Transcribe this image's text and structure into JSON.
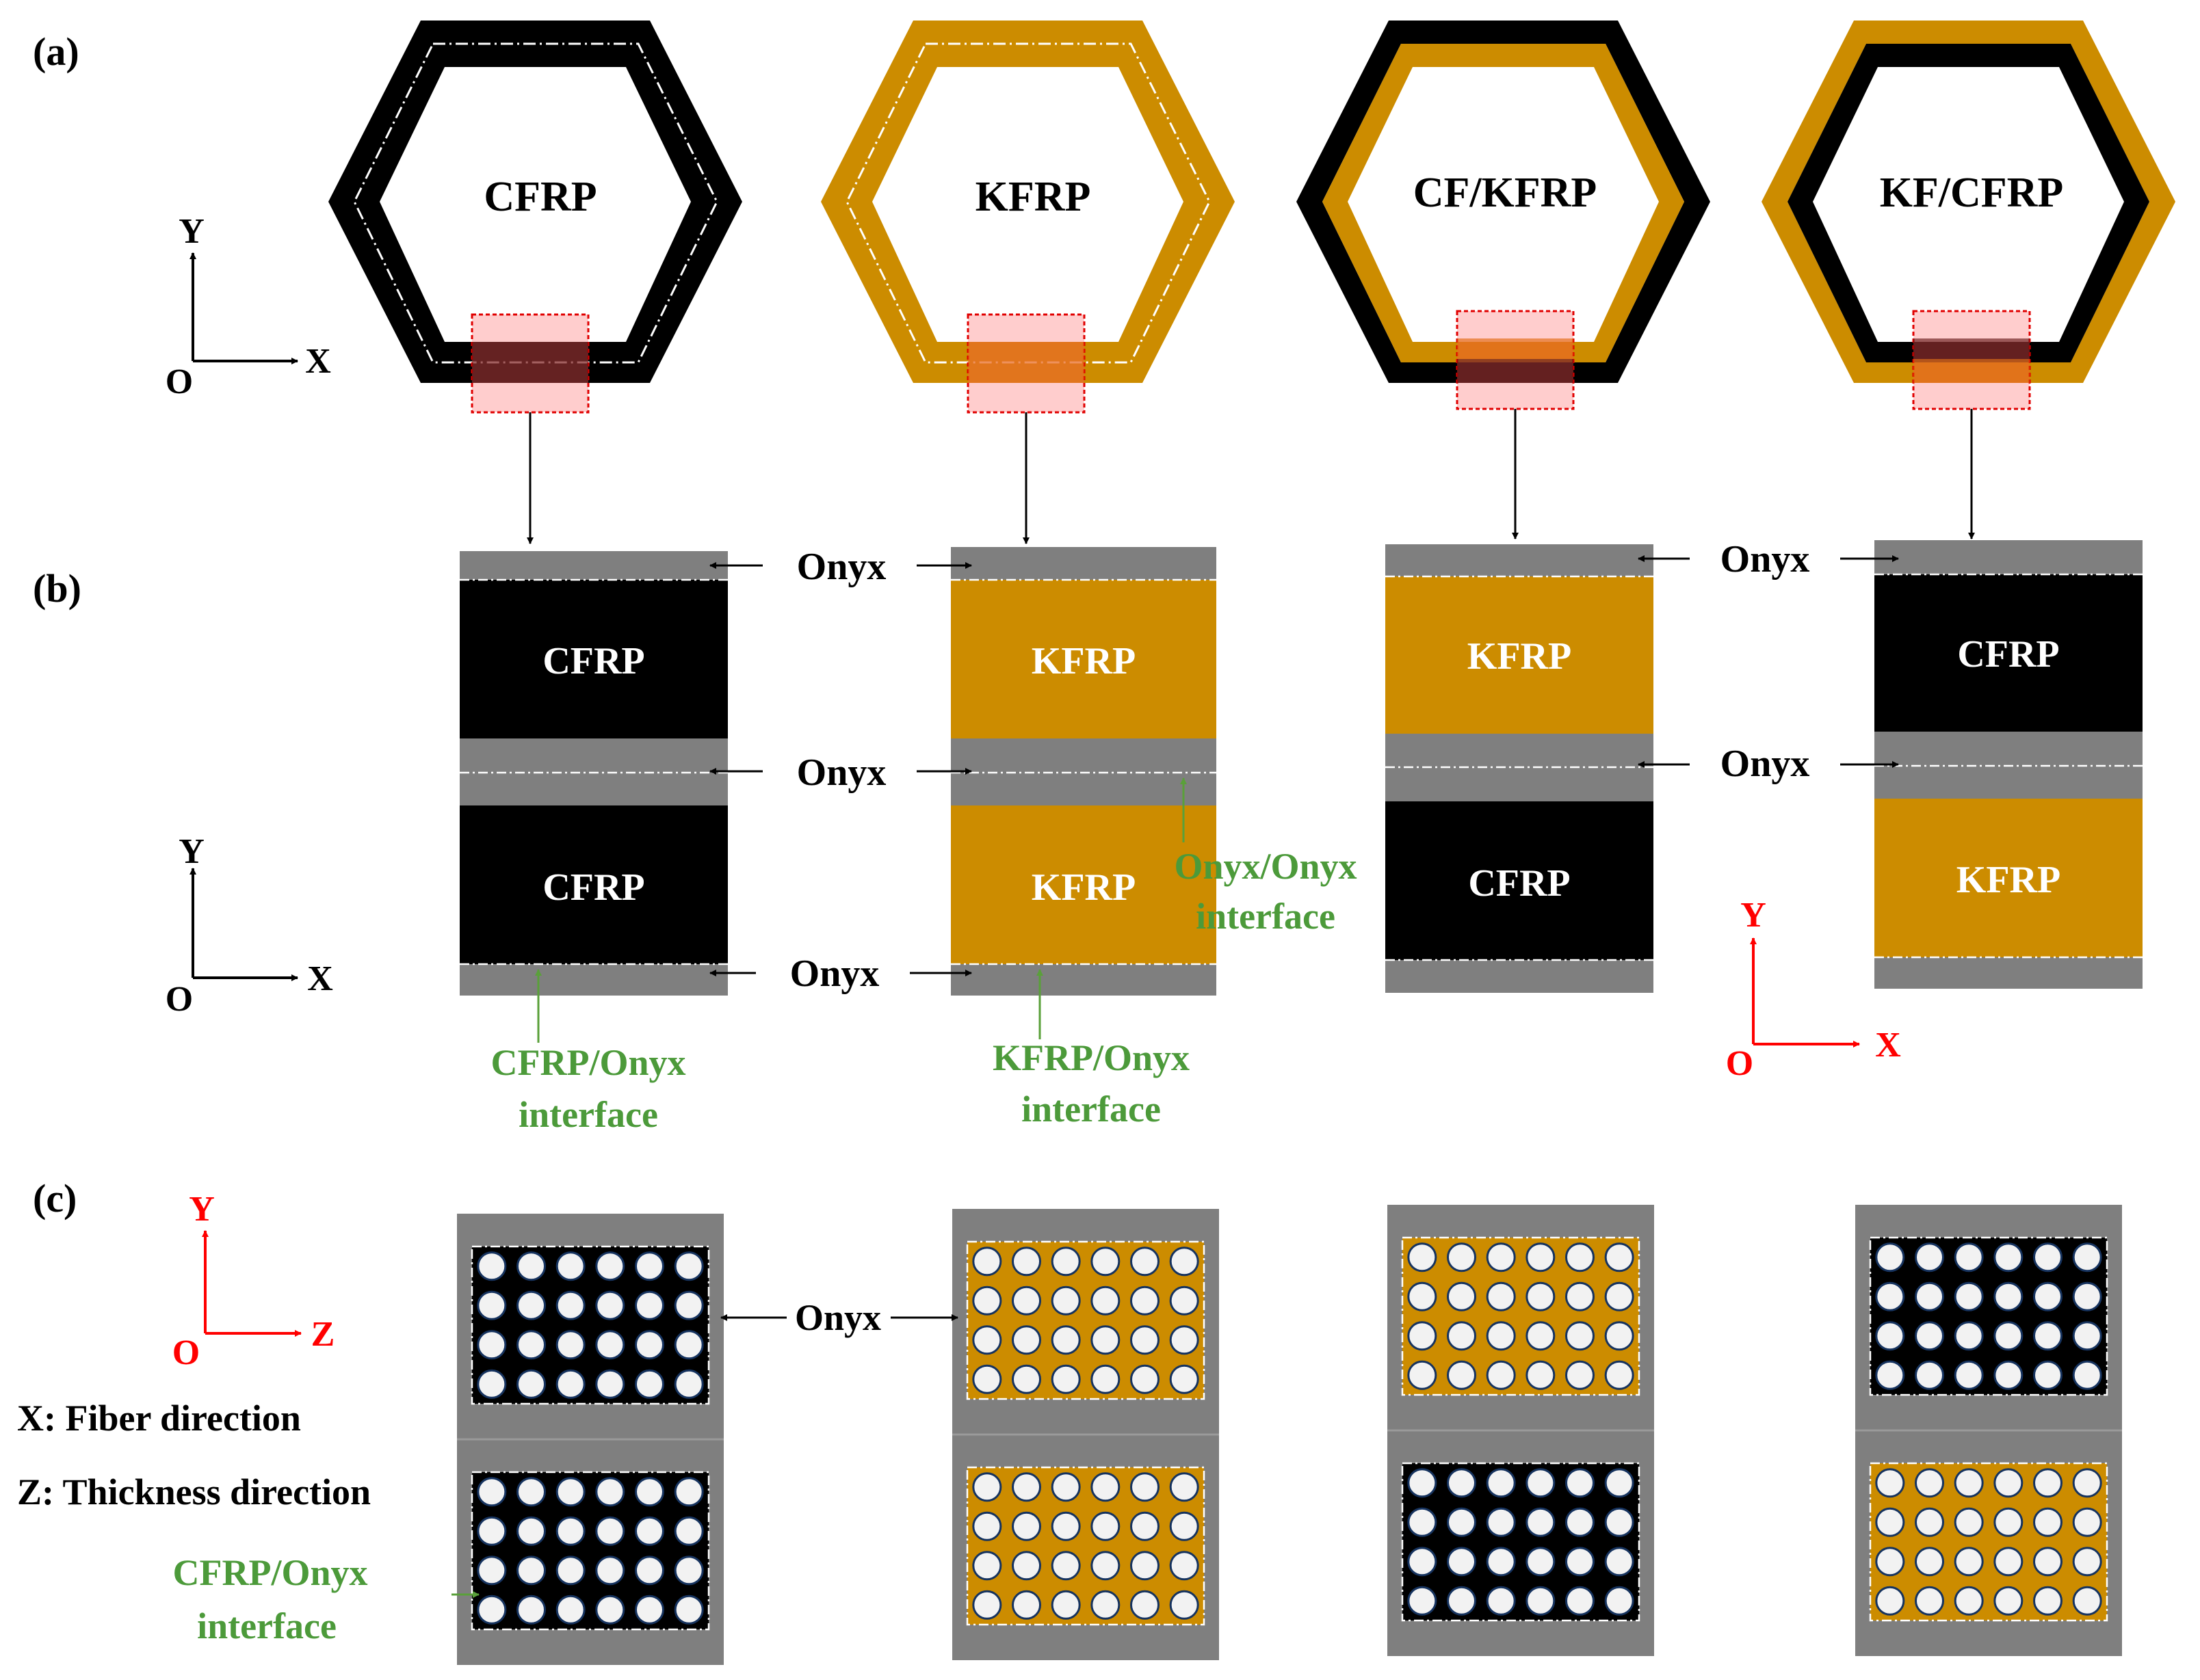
{
  "panel_labels": {
    "a": "(a)",
    "b": "(b)",
    "c": "(c)"
  },
  "hexagons": [
    {
      "label": "CFRP",
      "outer": "carbon",
      "inner": "carbon"
    },
    {
      "label": "KFRP",
      "outer": "kevlar",
      "inner": "kevlar"
    },
    {
      "label": "CF/KFRP",
      "outer": "carbon",
      "inner": "kevlar"
    },
    {
      "label": "KF/CFRP",
      "outer": "kevlar",
      "inner": "carbon"
    }
  ],
  "sections": [
    {
      "top": "CFRP",
      "bottom": "CFRP",
      "top_color": "carbon",
      "bottom_color": "carbon"
    },
    {
      "top": "KFRP",
      "bottom": "KFRP",
      "top_color": "kevlar",
      "bottom_color": "kevlar"
    },
    {
      "top": "KFRP",
      "bottom": "CFRP",
      "top_color": "kevlar",
      "bottom_color": "carbon"
    },
    {
      "top": "CFRP",
      "bottom": "KFRP",
      "top_color": "carbon",
      "bottom_color": "kevlar"
    }
  ],
  "onyx_label": "Onyx",
  "interfaces": {
    "cfrp_onyx_line1": "CFRP/Onyx",
    "kfrp_onyx_line1": "KFRP/Onyx",
    "onyx_onyx_line1": "Onyx/Onyx",
    "line2": "interface"
  },
  "axes": {
    "a": {
      "v": "Y",
      "h": "X",
      "o": "O"
    },
    "b_left": {
      "v": "Y",
      "h": "X",
      "o": "O"
    },
    "b_right": {
      "v": "Y",
      "h": "X",
      "o": "O"
    },
    "c": {
      "v": "Y",
      "h": "Z",
      "o": "O"
    }
  },
  "legend": {
    "x_note": "X:  Fiber direction",
    "z_note": "Z:  Thickness direction",
    "interface_line1": "CFRP/Onyx",
    "interface_line2": "interface"
  },
  "colors": {
    "carbon": "#000000",
    "kevlar": "#cc8c00",
    "onyx": "#7f7f7f",
    "highlight": "#ff9090",
    "highlight_border": "#e00000",
    "interface_text": "#4c9a3a",
    "axis_red": "#ff0000",
    "fiber_fill": "#f2f2f2",
    "fiber_stroke": "#16335f"
  }
}
